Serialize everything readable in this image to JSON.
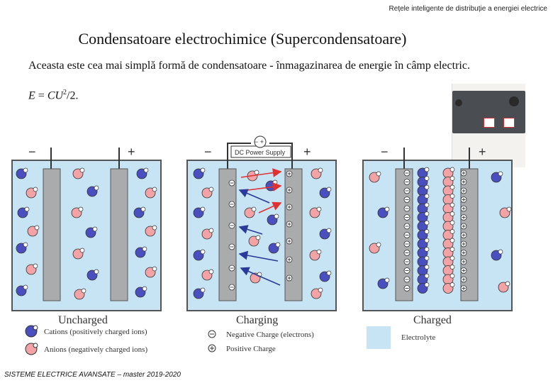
{
  "header": "Rețele inteligente de distribuție a energiei electrice",
  "title": "Condensatoare electrochimice (Supercondensatoare)",
  "description": "Aceasta este cea mai simplă formă de condensatoare - înmagazinarea de energie în câmp electric.",
  "formula": {
    "lhs": "E",
    "eq": " = ",
    "var": "CU",
    "exp": "2",
    "tail": "/2."
  },
  "footer": "SISTEME ELECTRICE AVANSATE – master 2019-2020",
  "diagram": {
    "states": [
      {
        "label": "Uncharged",
        "neg": "−",
        "pos": "+"
      },
      {
        "label": "Charging",
        "neg": "−",
        "pos": "+",
        "supply": "DC Power Supply",
        "supply_pol": "− +"
      },
      {
        "label": "Charged",
        "neg": "−",
        "pos": "+"
      }
    ],
    "legend": {
      "cations": "Cations (positively charged ions)",
      "anions": "Anions (negatively charged ions)",
      "negative_charge": "Negative Charge (electrons)",
      "positive_charge": "Positive Charge",
      "electrolyte": "Electrolyte"
    },
    "colors": {
      "electrolyte": "#c6e4f4",
      "electrode": "#a9abad",
      "cation": "#4a4fbf",
      "anion": "#f3a3a6",
      "arrow_red": "#e03030",
      "arrow_blue": "#2b3a9a"
    }
  }
}
